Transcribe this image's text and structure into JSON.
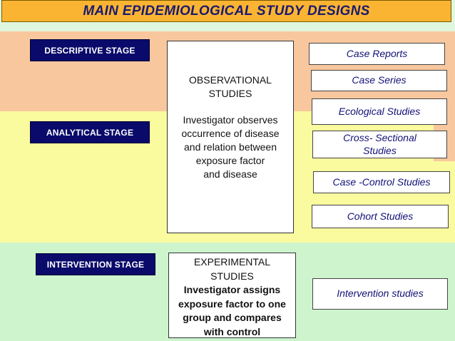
{
  "title": "MAIN EPIDEMIOLOGICAL STUDY DESIGNS",
  "stages": {
    "descriptive": "DESCRIPTIVE STAGE",
    "analytical": "ANALYTICAL STAGE",
    "intervention": "INTERVENTION STAGE"
  },
  "observational": {
    "heading_line1": "OBSERVATIONAL",
    "heading_line2": "STUDIES",
    "desc_line1": "Investigator observes",
    "desc_line2": "occurrence of disease",
    "desc_line3": "and relation between",
    "desc_line4": "exposure factor",
    "desc_line5": "and disease"
  },
  "experimental": {
    "heading_line1": "EXPERIMENTAL",
    "heading_line2": "STUDIES",
    "desc_line1": "Investigator assigns",
    "desc_line2": "exposure factor to one",
    "desc_line3": "group and compares",
    "desc_line4": "with control"
  },
  "studies": {
    "case_reports": "Case Reports",
    "case_series": "Case Series",
    "ecological": "Ecological Studies",
    "cross_sectional_line1": "Cross- Sectional",
    "cross_sectional_line2": "Studies",
    "case_control": "Case -Control Studies",
    "cohort": "Cohort Studies",
    "intervention": "Intervention studies"
  }
}
